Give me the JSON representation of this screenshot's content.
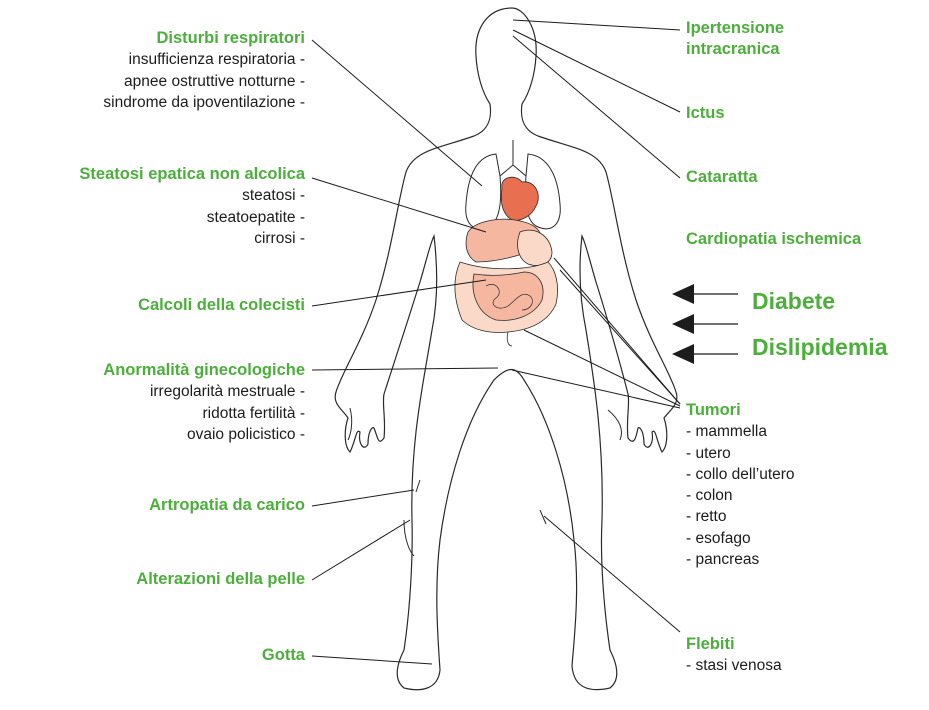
{
  "colors": {
    "label_green": "#4caf3c",
    "organ_red": "#e86f50",
    "organ_light": "#f6b7a0",
    "organ_pale": "#fbd9c9",
    "outline": "#2a2a2a"
  },
  "left": {
    "respiratori": {
      "title": "Disturbi respiratori",
      "items": [
        "insufficienza respiratoria -",
        "apnee ostruttive notturne -",
        "sindrome da ipoventilazione -"
      ]
    },
    "steatosi": {
      "title": "Steatosi epatica non alcolica",
      "items": [
        "steatosi -",
        "steatoepatite -",
        "cirrosi -"
      ]
    },
    "calcoli": {
      "title": "Calcoli della colecisti"
    },
    "gineco": {
      "title": "Anormalità ginecologiche",
      "items": [
        "irregolarità mestruale -",
        "ridotta fertilità -",
        "ovaio policistico -"
      ]
    },
    "artropatia": {
      "title": "Artropatia da carico"
    },
    "pelle": {
      "title": "Alterazioni della pelle"
    },
    "gotta": {
      "title": "Gotta"
    }
  },
  "right": {
    "ipertensione": {
      "line1": "Ipertensione",
      "line2": "intracranica"
    },
    "ictus": {
      "title": "Ictus"
    },
    "cataratta": {
      "title": "Cataratta"
    },
    "cardiopatia": {
      "title": "Cardiopatia ischemica"
    },
    "diabete": {
      "title": "Diabete"
    },
    "dislipidemia": {
      "title": "Dislipidemia"
    },
    "tumori": {
      "title": "Tumori",
      "items": [
        "- mammella",
        "- utero",
        "- collo dell’utero",
        "- colon",
        "- retto",
        "- esofago",
        "- pancreas"
      ]
    },
    "flebiti": {
      "title": "Flebiti",
      "items": [
        "- stasi venosa"
      ]
    }
  }
}
